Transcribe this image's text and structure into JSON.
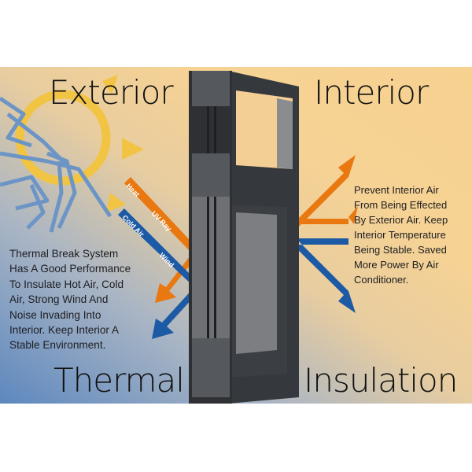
{
  "headings": {
    "exterior": "Exterior",
    "interior": "Interior",
    "thermal": "Thermal",
    "insulation": "Insulation"
  },
  "left_text": "Thermal Break System\nHas A Good Performance\nTo Insulate Hot Air, Cold\nAir, Strong Wind And\nNoise Invading Into\nInterior. Keep Interior A\nStable Environment.",
  "right_text": "Prevent Interior Air\nFrom Being Effected\nBy Exterior Air. Keep\nInterior Temperature\nBeing Stable. Saved\nMore Power By Air\nConditioner.",
  "arrow_labels": {
    "heat": "Heat",
    "uv_ray": "UV Ray",
    "cold_air": "Cold Air",
    "wind": "Wind"
  },
  "icons": [
    "sun-icon",
    "snowflake-icon"
  ],
  "colors": {
    "orange": "#e8780f",
    "blue": "#1d5aa5",
    "frame": "#35383d"
  }
}
